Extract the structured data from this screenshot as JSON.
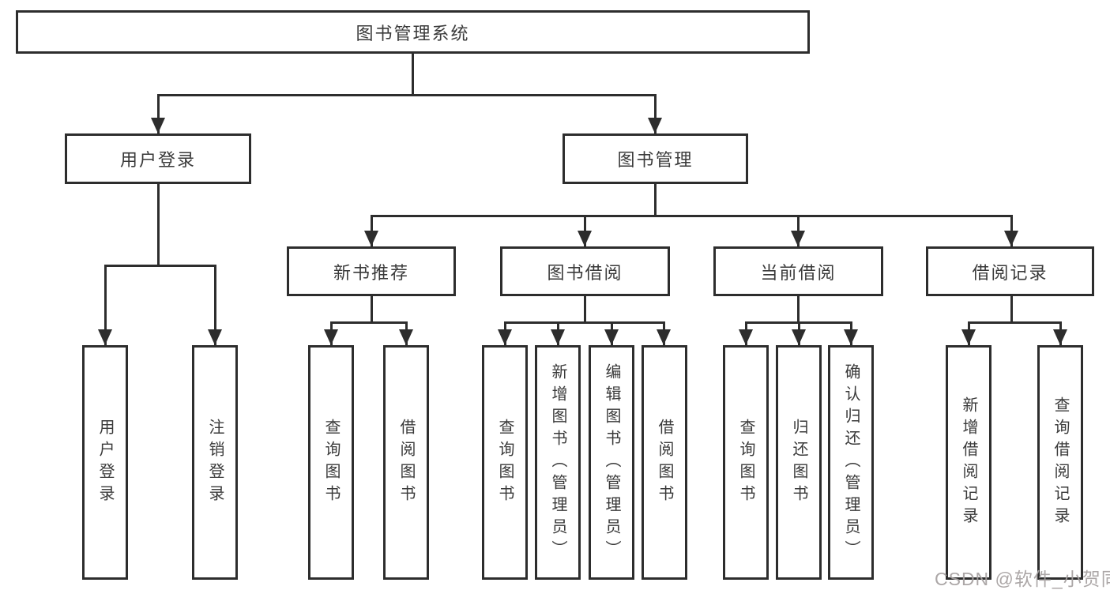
{
  "tree": {
    "root": {
      "label": "图书管理系统"
    },
    "branches": [
      {
        "label": "用户登录",
        "children": [
          {
            "label": "用户登录"
          },
          {
            "label": "注销登录"
          }
        ]
      },
      {
        "label": "图书管理",
        "sections": [
          {
            "label": "新书推荐",
            "children": [
              {
                "label": "查询图书"
              },
              {
                "label": "借阅图书"
              }
            ]
          },
          {
            "label": "图书借阅",
            "children": [
              {
                "label": "查询图书"
              },
              {
                "label": "新增图书（管理员）"
              },
              {
                "label": "编辑图书（管理员）"
              },
              {
                "label": "借阅图书"
              }
            ]
          },
          {
            "label": "当前借阅",
            "children": [
              {
                "label": "查询图书"
              },
              {
                "label": "归还图书"
              },
              {
                "label": "确认归还（管理员）"
              }
            ]
          },
          {
            "label": "借阅记录",
            "children": [
              {
                "label": "新增借阅记录"
              },
              {
                "label": "查询借阅记录"
              }
            ]
          }
        ]
      }
    ]
  },
  "watermark": {
    "text": "CSDN @软件_小贺同学"
  },
  "colors": {
    "line": "#2d2d2d",
    "text": "#3a3a3a",
    "background": "#ffffff",
    "watermark": "#a5a0a0"
  }
}
